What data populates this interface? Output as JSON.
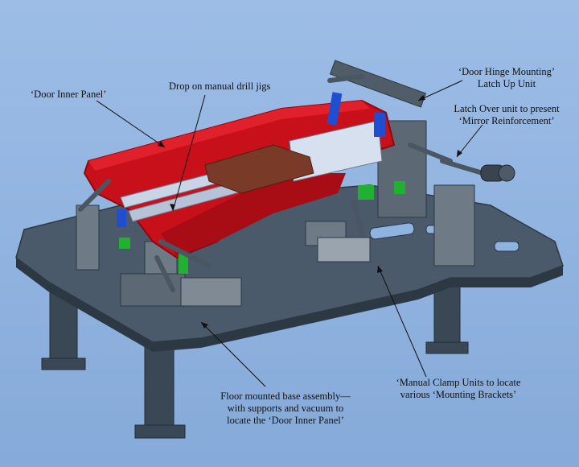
{
  "labels": {
    "door_inner_panel": "‘Door Inner Panel’",
    "drill_jigs": "Drop on manual drill jigs",
    "hinge_line1": "‘Door Hinge Mounting’",
    "hinge_line2": "Latch Up Unit",
    "latch_line1": "Latch Over unit to present",
    "latch_line2": "‘Mirror Reinforcement’",
    "clamp_line1": "‘Manual Clamp Units to locate",
    "clamp_line2": "various ‘Mounting Brackets’",
    "base_line1": "Floor mounted base assembly—",
    "base_line2": "with supports and vacuum to",
    "base_line3": "locate the ‘Door Inner Panel’"
  },
  "colors": {
    "background": "#8fb3e0",
    "table_top": "#4a5a6a",
    "table_edge": "#2c3844",
    "panel_red": "#c8101a",
    "panel_red_dark": "#8a0a10",
    "clamp_grey": "#6e7a86",
    "blue_part": "#1f4fd0",
    "green_part": "#22b030",
    "rail": "#c9d4e6",
    "brown_block": "#7a3a28"
  }
}
